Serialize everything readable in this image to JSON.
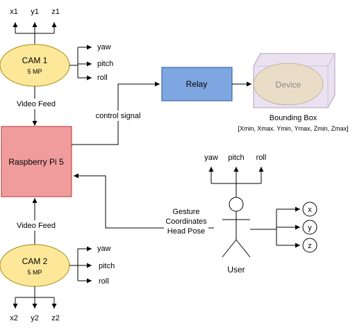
{
  "colors": {
    "cam_fill": "#fde89a",
    "cam_stroke": "#b49a2e",
    "pi_fill": "#f19c9c",
    "pi_stroke": "#b85450",
    "relay_fill": "#7ea6e0",
    "relay_stroke": "#3e6aa6",
    "device_fill": "#e8dff0",
    "device_ellipse": "#e9dcc0",
    "device_stroke": "#9c8fb0",
    "device_text": "#8a8a8a"
  },
  "cam1": {
    "name": "CAM 1",
    "mp": "5 MP",
    "axes": [
      "x1",
      "y1",
      "z1"
    ],
    "rotations": [
      "yaw",
      "pitch",
      "roll"
    ]
  },
  "cam2": {
    "name": "CAM 2",
    "mp": "5 MP",
    "axes": [
      "x2",
      "y2",
      "z2"
    ],
    "rotations": [
      "yaw",
      "pitch",
      "roll"
    ]
  },
  "pi": {
    "label": "Raspberry Pi 5"
  },
  "relay": {
    "label": "Relay"
  },
  "device": {
    "label": "Device",
    "caption": "Bounding Box",
    "coords": "[Xmin, Xmax. Ymin, Ymax, Zmin, Zmax]"
  },
  "edges": {
    "video_feed_top": "Video Feed",
    "video_feed_bottom": "Video Feed",
    "control_signal": "control signal"
  },
  "gesture": {
    "line1": "Gesture",
    "line2": "Coordinates",
    "line3": "Head Pose"
  },
  "user": {
    "label": "User",
    "rotations": [
      "yaw",
      "pitch",
      "roll"
    ],
    "axes": [
      "x",
      "y",
      "z"
    ]
  }
}
